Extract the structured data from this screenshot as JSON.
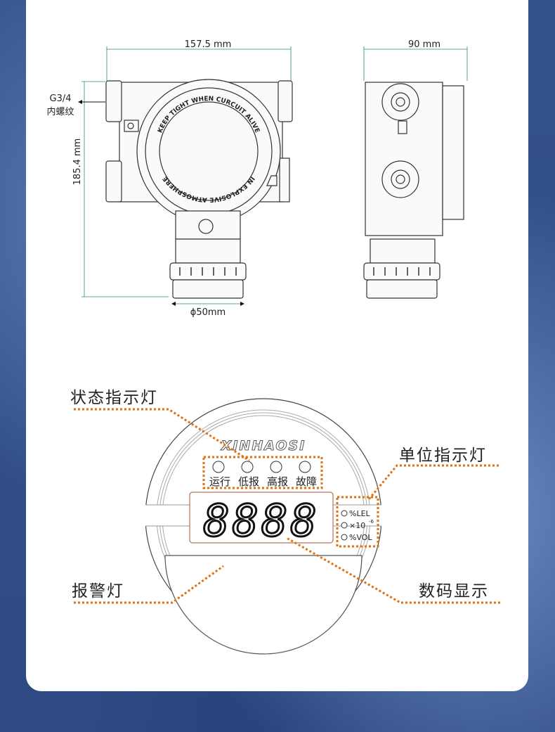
{
  "dimensions": {
    "width": "157.5 mm",
    "depth": "90 mm",
    "height": "185.4 mm",
    "thread_line1": "G3/4",
    "thread_line2": "内螺纹",
    "sensor_diameter": "ϕ50mm"
  },
  "cover_text": {
    "top": "KEEP TIGHT WHEN CURCUIT ALIVE",
    "bottom": "IN EXPLOSIVE ATMOSPHERE"
  },
  "panel": {
    "brand": "XINHAOSI",
    "display_digits": "8888",
    "indicators": [
      "运行",
      "低报",
      "高报",
      "故障"
    ],
    "units": [
      "%LEL",
      "×10",
      "%VOL"
    ],
    "unit_exponent": "-6"
  },
  "callouts": {
    "status_lights": "状态指示灯",
    "unit_lights": "单位指示灯",
    "alarm_light": "报警灯",
    "digital_display": "数码显示"
  },
  "colors": {
    "callout": "#e2700f",
    "background": "#3c5a93"
  }
}
